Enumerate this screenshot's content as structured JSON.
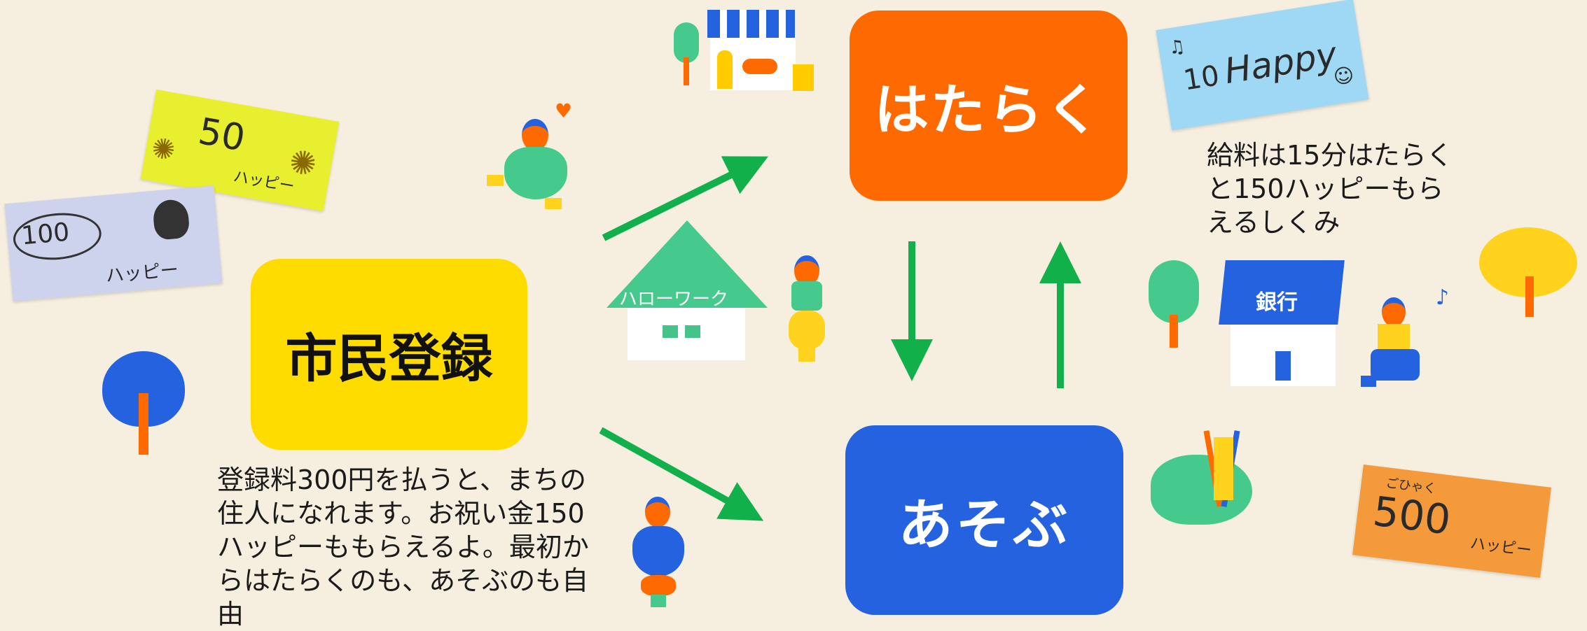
{
  "nodes": {
    "register": {
      "label": "市民登録"
    },
    "work": {
      "label": "はたらく"
    },
    "play": {
      "label": "あそぶ"
    }
  },
  "notes": {
    "register": "登録料300円を払うと、まちの住人になれます。お祝い金150ハッピーももらえるよ。最初からはたらくのも、あそぶのも自由",
    "salary": "給料は15分はたらくと150ハッピーもらえるしくみ"
  },
  "buildings": {
    "hellowork": "ハローワーク",
    "bank": "銀行"
  },
  "bills": {
    "b50": {
      "amount": "50",
      "unit": "ハッピー"
    },
    "b100": {
      "amount": "100",
      "unit": "ハッピー"
    },
    "b10": {
      "amount": "10",
      "unit": "Happy"
    },
    "b500": {
      "amount": "500",
      "unit": "ハッピー",
      "ruby": "ごひゃく"
    }
  },
  "colors": {
    "background": "#f6efe0",
    "register": "#ffdc00",
    "work": "#ff6a00",
    "play": "#2462e0",
    "arrow": "#12b04a"
  }
}
